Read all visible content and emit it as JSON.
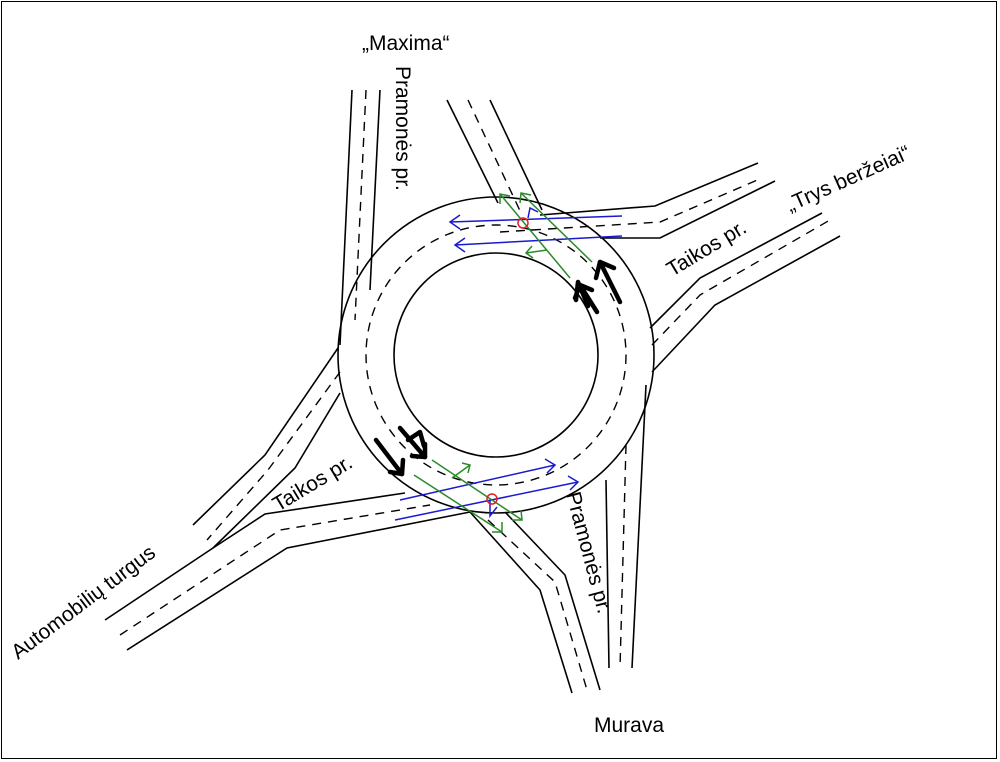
{
  "labels": {
    "maxima": "„Maxima“",
    "pramones_north": "Pramonės pr.",
    "taikos_east": "Taikos pr.",
    "trys_berzeliai": "„Trys beržeiai“",
    "taikos_west": "Taikos pr.",
    "automobiliu_turgus": "Automobilių turgus",
    "pramones_south": "Pramonės pr.",
    "murava": "Murava"
  },
  "colors": {
    "blue": "#1a1ad0",
    "green": "#2a8a2a",
    "conflict": "#e02020"
  }
}
